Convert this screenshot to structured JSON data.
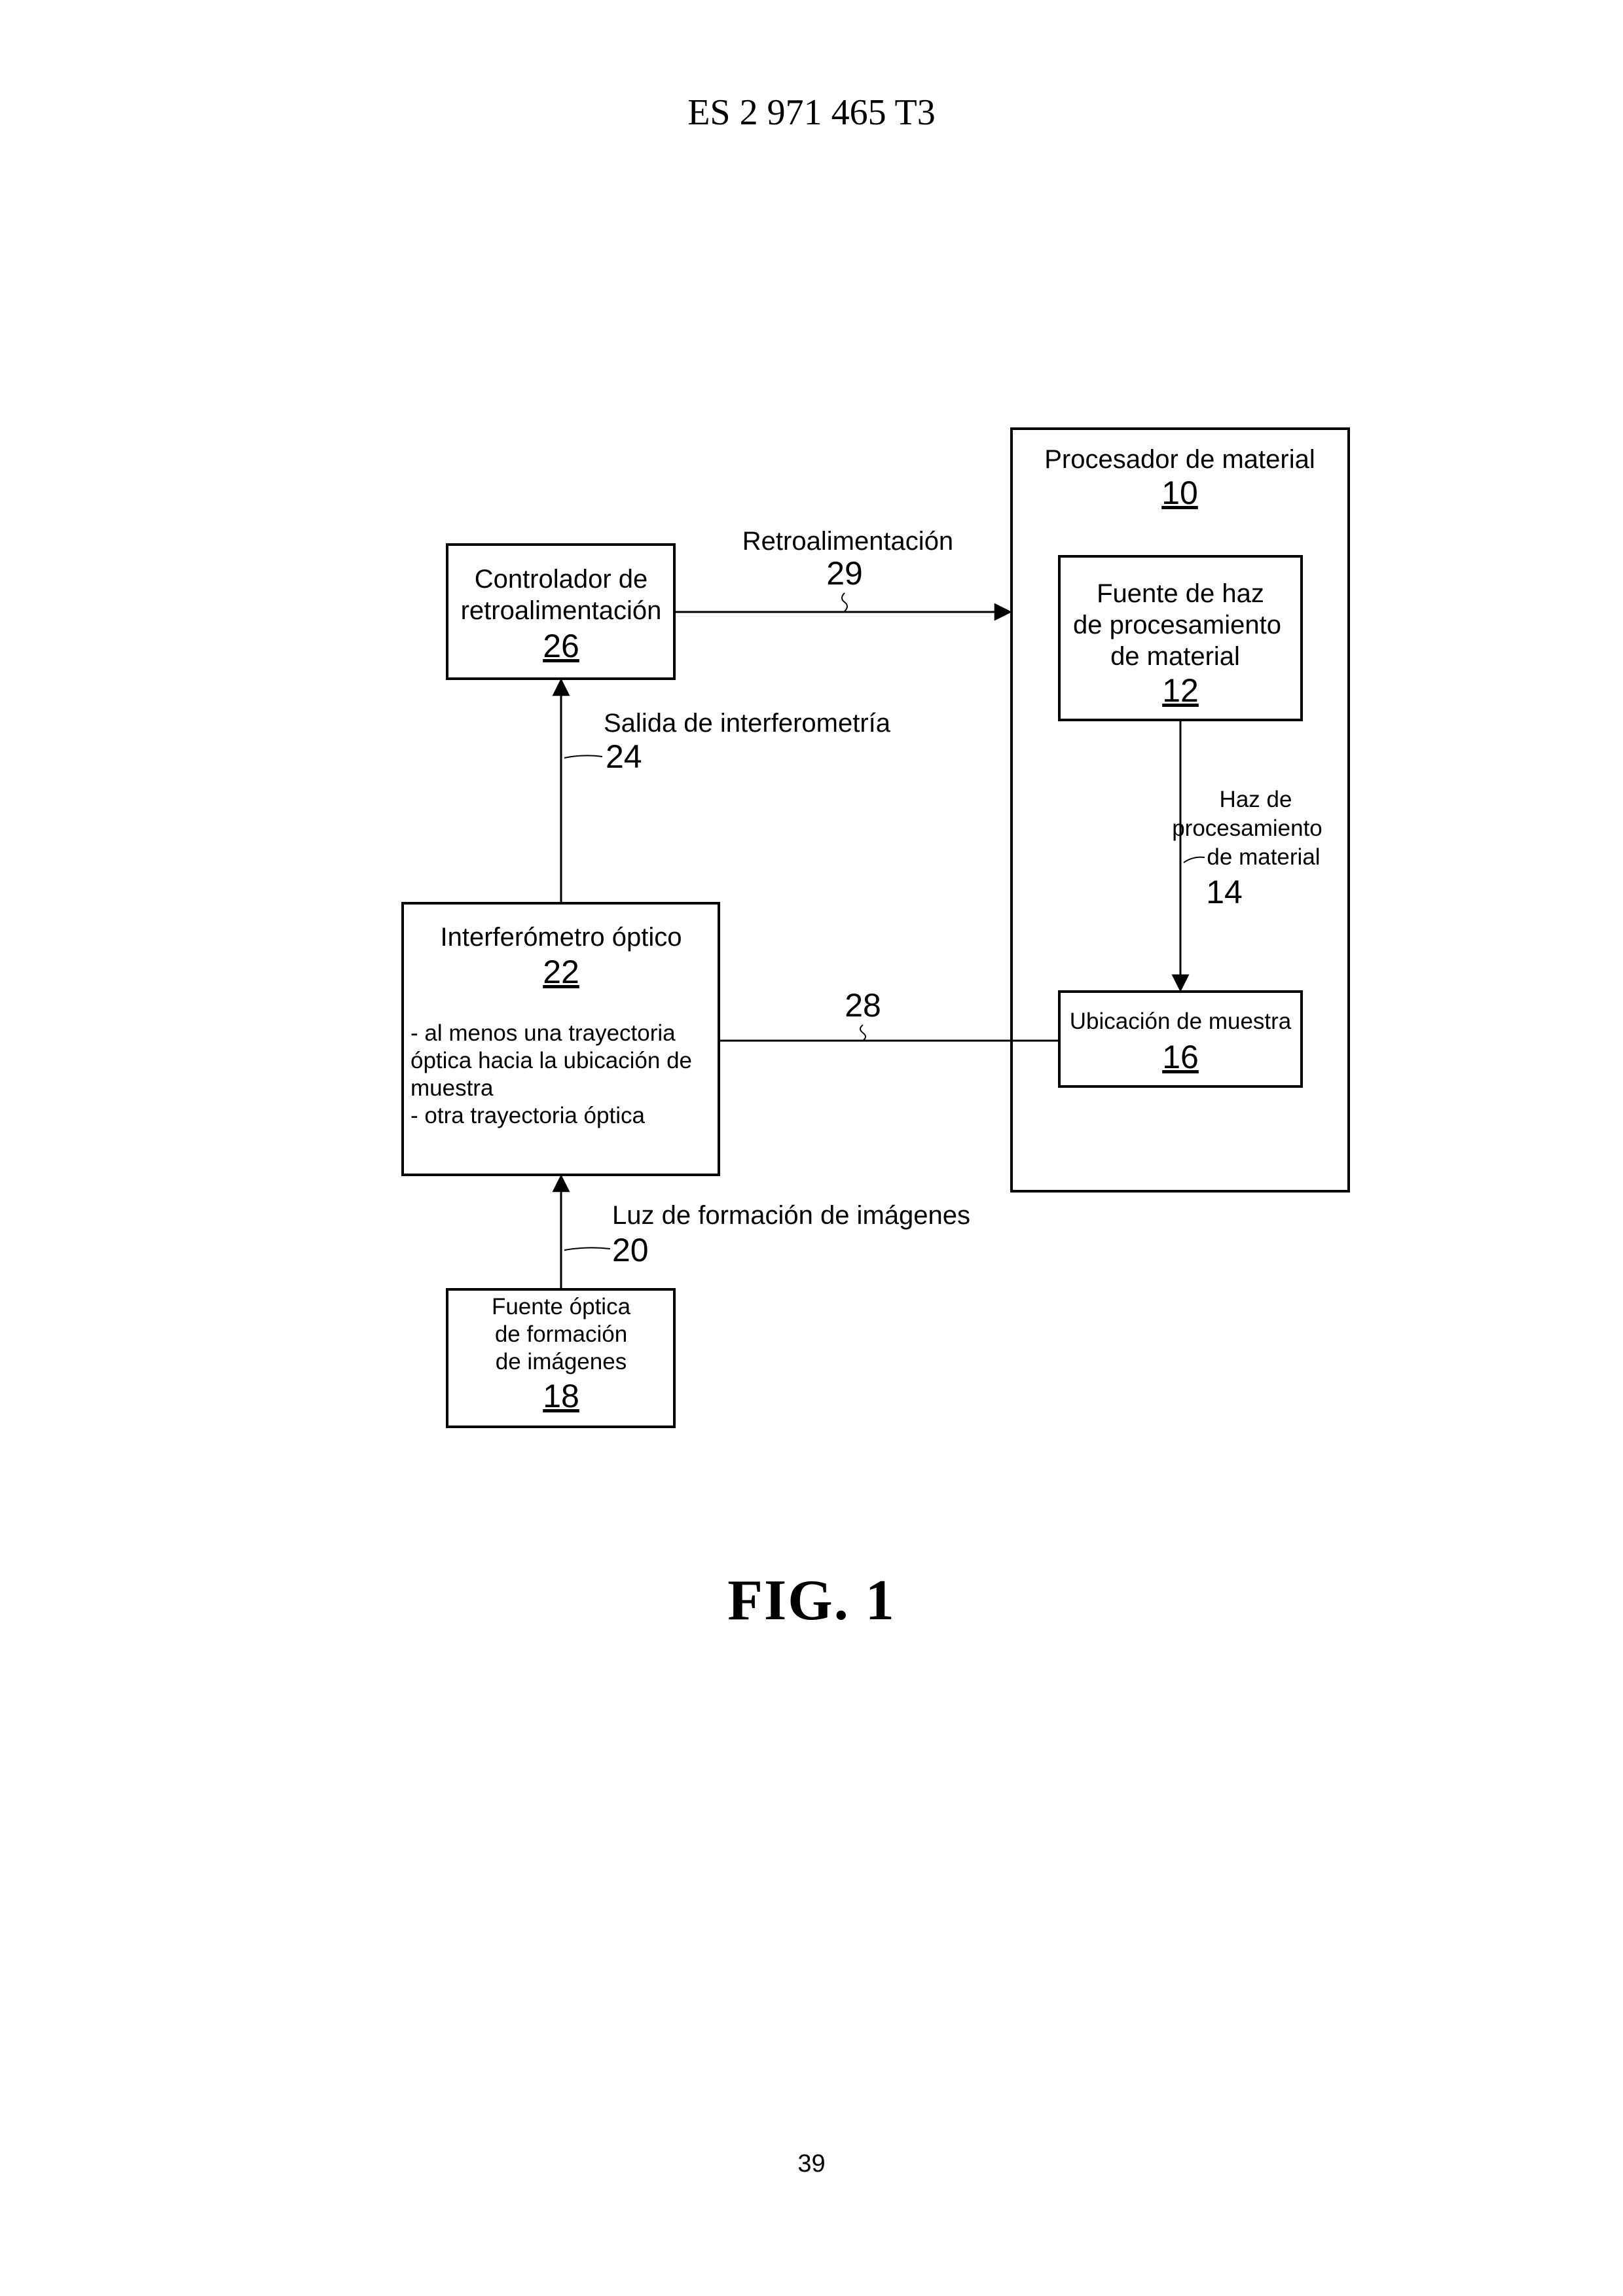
{
  "header": {
    "patent_number": "ES 2 971 465 T3"
  },
  "figure": {
    "caption": "FIG. 1",
    "blocks": {
      "material_processor": {
        "title": "Procesador de material",
        "ref": "10"
      },
      "beam_source": {
        "line1": "Fuente de haz",
        "line2": "de procesamiento",
        "line3": "de material",
        "ref": "12"
      },
      "sample_location": {
        "title": "Ubicación de muestra",
        "ref": "16"
      },
      "feedback_controller": {
        "line1": "Controlador de",
        "line2": "retroalimentación",
        "ref": "26"
      },
      "interferometer": {
        "title": "Interferómetro óptico",
        "ref": "22",
        "desc1": "- al menos una trayectoria",
        "desc2": "óptica hacia la ubicación de",
        "desc3": "muestra",
        "desc4": "- otra trayectoria óptica"
      },
      "imaging_source": {
        "line1": "Fuente óptica",
        "line2": "de formación",
        "line3": "de imágenes",
        "ref": "18"
      }
    },
    "connections": {
      "feedback": {
        "label": "Retroalimentación",
        "ref": "29"
      },
      "interferometry_output": {
        "label": "Salida de interferometría",
        "ref": "24"
      },
      "processing_beam": {
        "line1": "Haz de",
        "line2": "procesamiento",
        "line3": "de material",
        "ref": "14"
      },
      "sample_path": {
        "ref": "28"
      },
      "imaging_light": {
        "label": "Luz de formación de imágenes",
        "ref": "20"
      }
    }
  },
  "footer": {
    "page_number": "39"
  }
}
